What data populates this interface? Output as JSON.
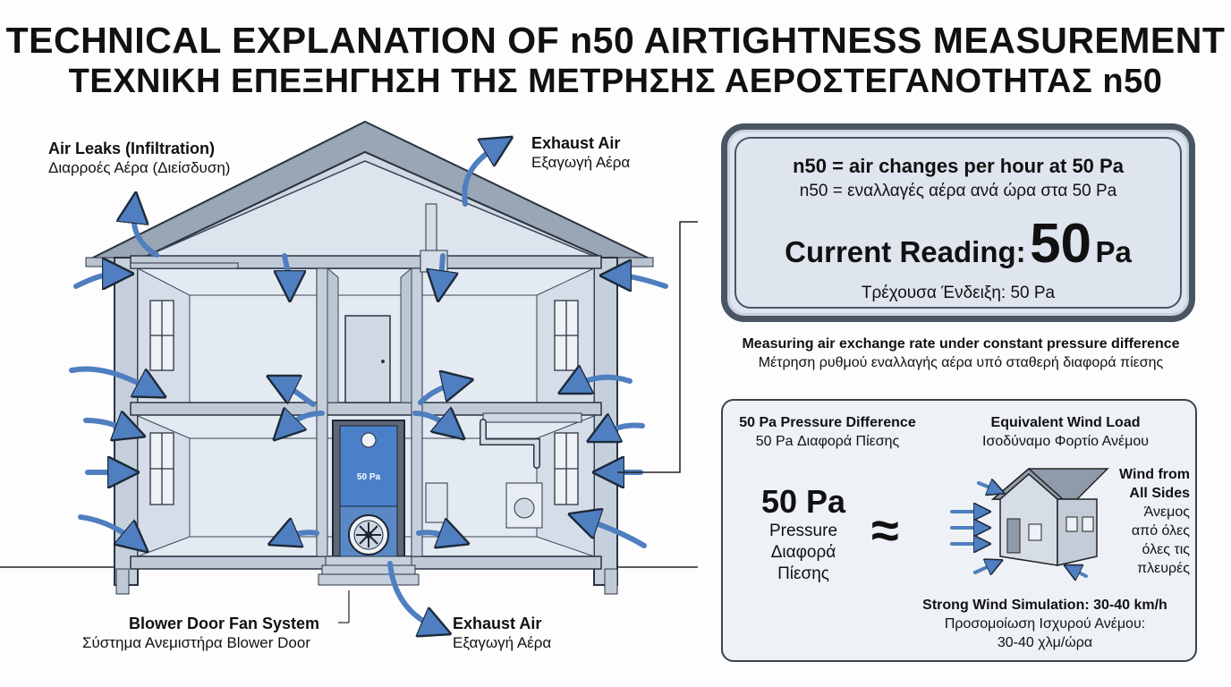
{
  "title": {
    "en": "TECHNICAL EXPLANATION OF n50 AIRTIGHTNESS MEASUREMENT",
    "gr": "ΤΕΧΝΙΚΗ ΕΠΕΞΗΓΗΣΗ ΤΗΣ ΜΕΤΡΗΣΗΣ ΑΕΡΟΣΤΕΓΑΝΟΤΗΤΑΣ n50"
  },
  "labels": {
    "air_leaks": {
      "en": "Air Leaks (Infiltration)",
      "gr": "Διαρροές Αέρα (Διείσδυση)"
    },
    "exhaust_top": {
      "en": "Exhaust Air",
      "gr": "Εξαγωγή Αέρα"
    },
    "blower": {
      "en": "Blower Door Fan System",
      "gr": "Σύστημα Ανεμιστήρα Blower Door"
    },
    "exhaust_bottom": {
      "en": "Exhaust Air",
      "gr": "Εξαγωγή Αέρα"
    },
    "gauge": "50 Pa"
  },
  "panel": {
    "def_en": "n50 = air changes per hour at 50 Pa",
    "def_gr": "n50 = εναλλαγές αέρα ανά ώρα στα 50 Pa",
    "reading_label": "Current Reading:",
    "reading_value": "50",
    "reading_unit": "Pa",
    "reading_gr": "Τρέχουσα Ένδειξη: 50 Pa"
  },
  "measuring": {
    "en": "Measuring air exchange rate under constant pressure difference",
    "gr": "Μέτρηση ρυθμού εναλλαγής αέρα υπό σταθερή διαφορά πίεσης"
  },
  "comparison": {
    "pressure_diff_en": "50 Pa Pressure Difference",
    "pressure_diff_gr": "50 Pa Διαφορά Πίεσης",
    "wind_load_en": "Equivalent Wind Load",
    "wind_load_gr": "Ισοδύναμο Φορτίο Ανέμου",
    "big_value": "50 Pa",
    "pressure_lines": [
      "Pressure",
      "Διαφορά",
      "Πίεσης"
    ],
    "approx": "≈",
    "wind_sides_en": [
      "Wind from",
      "All Sides"
    ],
    "wind_sides_gr": [
      "Άνεμος",
      "από όλες",
      "όλες τις",
      "πλευρές"
    ],
    "sim_en": "Strong Wind Simulation: 30-40 km/h",
    "sim_gr1": "Προσομοίωση Ισχυρού Ανέμου:",
    "sim_gr2": "30-40 χλμ/ώρα"
  },
  "colors": {
    "arrow": "#4f7fc0",
    "wall": "#c9d3df",
    "interior": "#e3e9f1",
    "roof": "#aeb8c6",
    "panel_border": "#4a5563",
    "blower": "#4a80c8"
  }
}
